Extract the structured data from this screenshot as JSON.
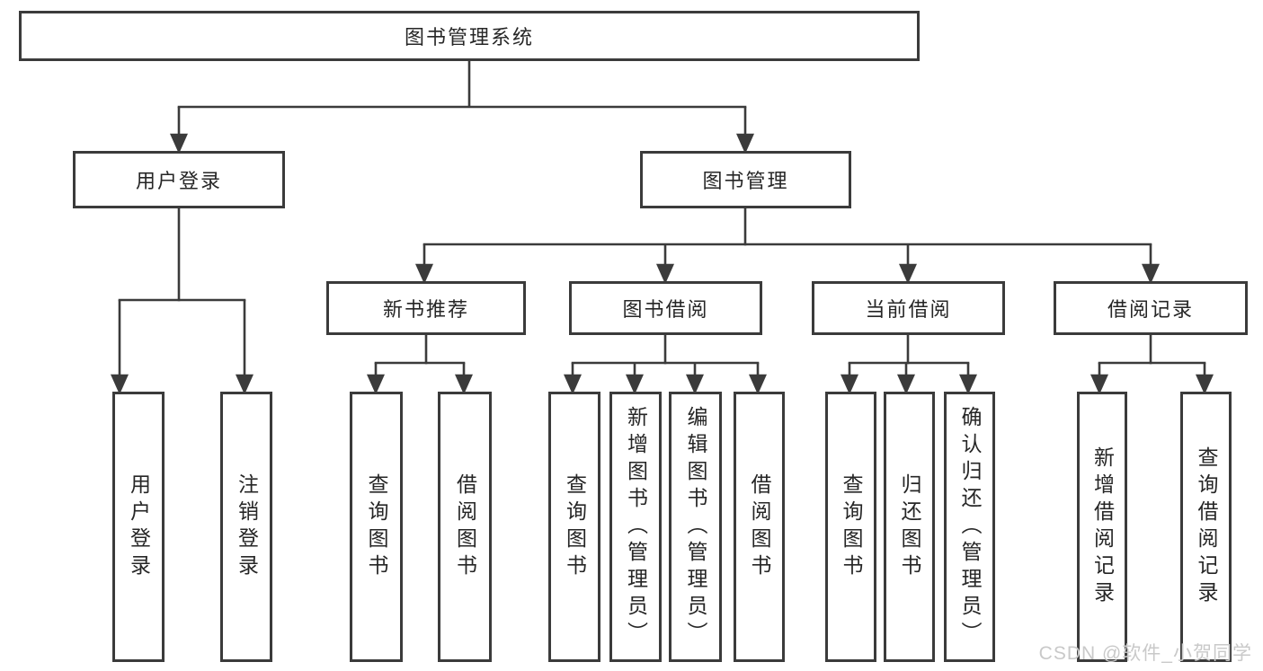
{
  "diagram": {
    "type": "hierarchy-tree",
    "root": {
      "label": "图书管理系统",
      "children": [
        {
          "label": "用户登录",
          "children": [
            {
              "label": "用户登录"
            },
            {
              "label": "注销登录"
            }
          ]
        },
        {
          "label": "图书管理",
          "children": [
            {
              "label": "新书推荐",
              "children": [
                {
                  "label": "查询图书"
                },
                {
                  "label": "借阅图书"
                }
              ]
            },
            {
              "label": "图书借阅",
              "children": [
                {
                  "label": "查询图书"
                },
                {
                  "label": "新增图书（管理员）"
                },
                {
                  "label": "编辑图书（管理员）"
                },
                {
                  "label": "借阅图书"
                }
              ]
            },
            {
              "label": "当前借阅",
              "children": [
                {
                  "label": "查询图书"
                },
                {
                  "label": "归还图书"
                },
                {
                  "label": "确认归还（管理员）"
                }
              ]
            },
            {
              "label": "借阅记录",
              "children": [
                {
                  "label": "新增借阅记录"
                },
                {
                  "label": "查询借阅记录"
                }
              ]
            }
          ]
        }
      ]
    }
  },
  "watermark": {
    "text": "CSDN @软件_小贺同学"
  },
  "colors": {
    "line": "#3b3b3b",
    "text": "#262626",
    "watermark": "#c9c9c9",
    "background": "#ffffff"
  }
}
